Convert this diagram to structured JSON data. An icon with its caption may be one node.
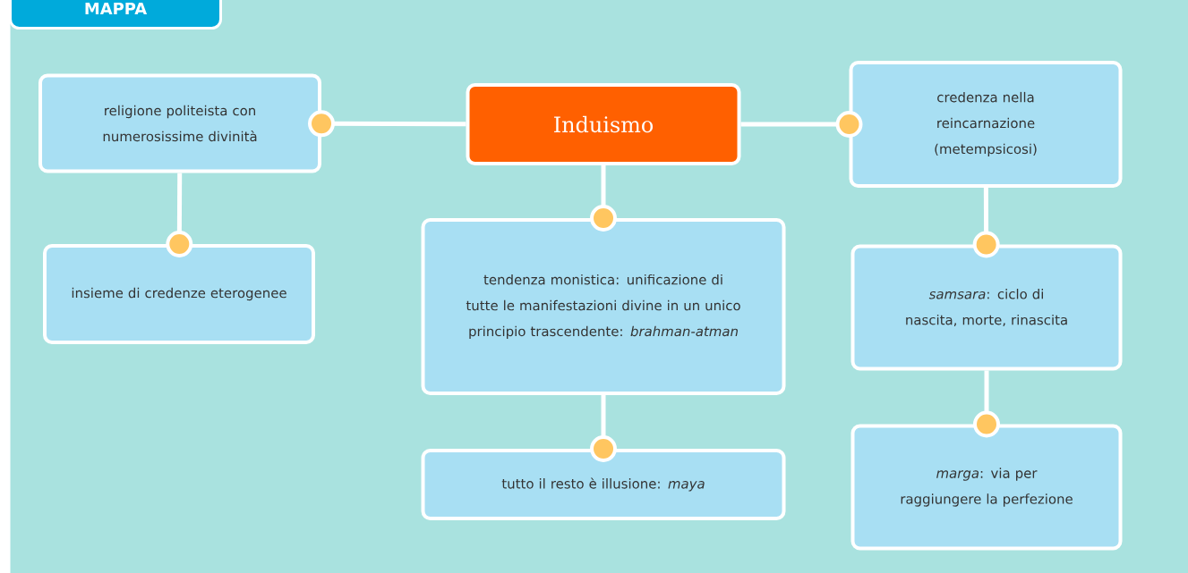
{
  "diagram": {
    "title": "MAPPA",
    "nodes": [
      {
        "text": [
          "religione politeista con numerosissime divinità"
        ]
      },
      {
        "text": [
          "Induismo"
        ]
      },
      {
        "text": [
          "credenza nella reincarnazione (metempsicosi)"
        ]
      },
      {
        "text": [
          "insieme di credenze eterogenee"
        ]
      },
      {
        "text": [
          "tendenza monistica: unificazione di tutte le manifestazioni divine in un unico principio trascendente: *brahman-atman*"
        ]
      },
      {
        "text": [
          "*samsara*: ciclo di nascita, morte, rinascita"
        ]
      },
      {
        "text": [
          "tutto il resto è illusione: *maya*"
        ]
      },
      {
        "text": [
          "*marga*: via per raggiungere la perfezione"
        ]
      }
    ],
    "edges": [
      {
        "from": 1,
        "to": 0,
        "arrow": "other"
      },
      {
        "from": 1,
        "to": 2,
        "arrow": "other"
      },
      {
        "from": 0,
        "to": 3,
        "arrow": "other"
      },
      {
        "from": 1,
        "to": 4,
        "arrow": "other"
      },
      {
        "from": 2,
        "to": 5,
        "arrow": "other"
      },
      {
        "from": 4,
        "to": 6,
        "arrow": "other"
      },
      {
        "from": 5,
        "to": 7,
        "arrow": "other"
      }
    ]
  }
}
